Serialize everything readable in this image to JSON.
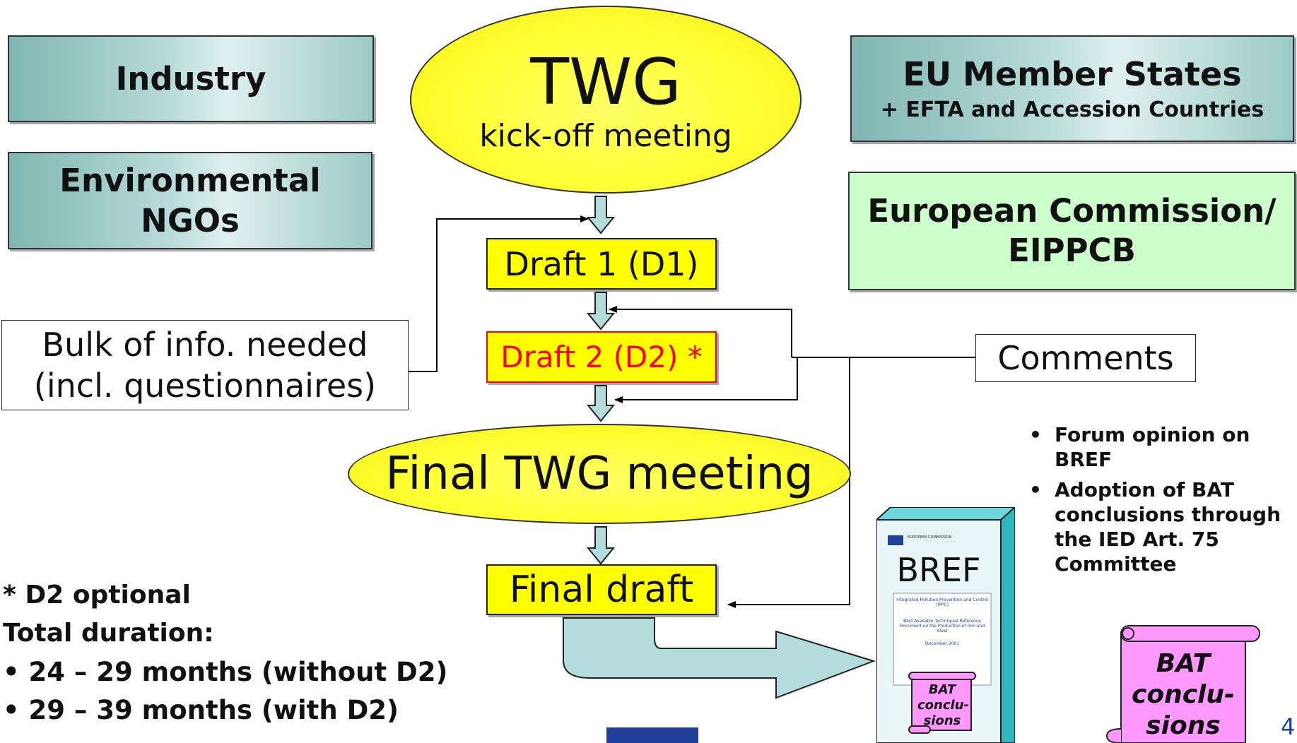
{
  "stakeholders": {
    "industry": "Industry",
    "ngos_line1": "Environmental",
    "ngos_line2": "NGOs",
    "member_states": "EU Member States",
    "member_states_sub": "+ EFTA and Accession Countries",
    "commission_line1": "European Commission/",
    "commission_line2": "EIPPCB"
  },
  "process": {
    "twg_title": "TWG",
    "twg_subtitle": "kick-off meeting",
    "draft1": "Draft 1 (D1)",
    "draft2": "Draft 2 (D2) *",
    "final_meeting": "Final TWG meeting",
    "final_draft": "Final draft"
  },
  "inputs": {
    "bulk_line1": "Bulk of info. needed",
    "bulk_line2": "(incl. questionnaires)",
    "comments": "Comments"
  },
  "notes": {
    "d2_optional": "* D2 optional",
    "total_duration": "Total duration:",
    "duration_without": "24 – 29 months (without D2)",
    "duration_with": "29 – 39 months (with D2)"
  },
  "adoption": {
    "items": [
      "Forum opinion on BREF",
      "Adoption of BAT conclusions through the IED Art. 75 Committee"
    ]
  },
  "bref_book": {
    "title": "BREF",
    "header": "EUROPEAN COMMISSION",
    "line1": "Integrated Pollution Prevention and Control (IPPC)",
    "line2": "Best Available Techniques Reference Document on the Production of Iron and Steel",
    "date": "December 2001",
    "scroll_text": "BAT conclu- sions"
  },
  "bat_scroll": {
    "line1": "BAT",
    "line2": "conclu-",
    "line3": "sions"
  },
  "page_number": "4",
  "colors": {
    "draft2_text": "#ff0000",
    "yellow": "#ffff00",
    "teal": "#9ccac6",
    "green": "#ccffcc",
    "pink_scroll": "#ff99ff",
    "arrow_fill": "#b5dcdc"
  }
}
